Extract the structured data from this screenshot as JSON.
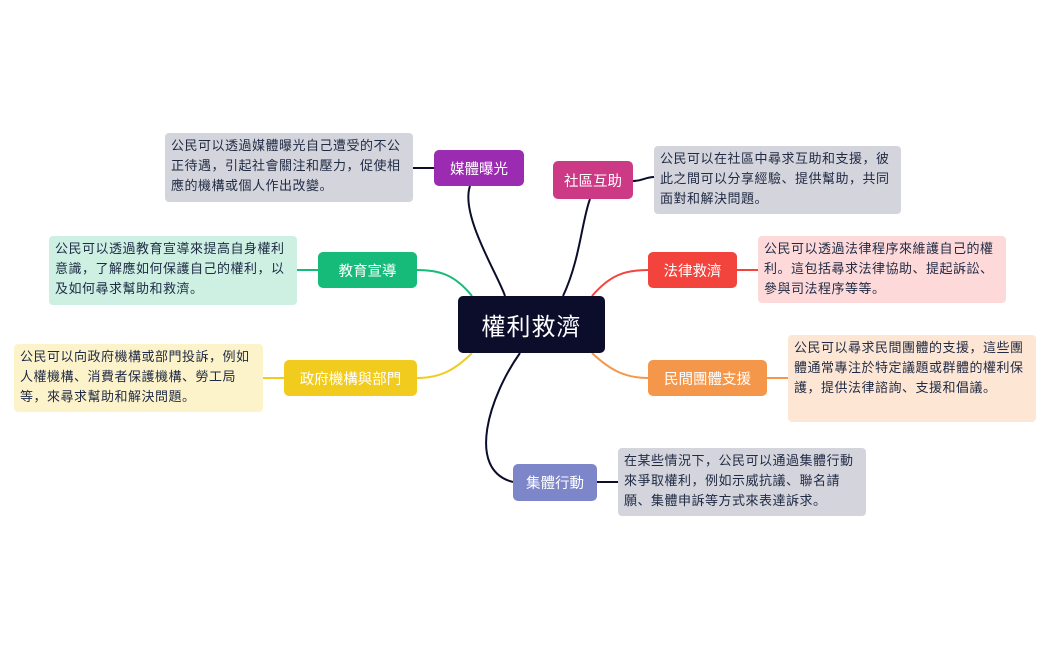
{
  "center": {
    "label": "權利救濟"
  },
  "branches": [
    {
      "key": "media",
      "label": "媒體曝光",
      "color": "#9b2bb0",
      "note_bg": "#d4d4dc",
      "note": "公民可以透過媒體曝光自己遭受的不公正待遇，引起社會關注和壓力，促使相應的機構或個人作出改變。"
    },
    {
      "key": "community",
      "label": "社區互助",
      "color": "#cc3a86",
      "note_bg": "#d4d4dc",
      "note": "公民可以在社區中尋求互助和支援，彼此之間可以分享經驗、提供幫助，共同面對和解決問題。"
    },
    {
      "key": "education",
      "label": "教育宣導",
      "color": "#16bb7a",
      "note_bg": "#cdf0e3",
      "note": "公民可以透過教育宣導來提高自身權利意識，了解應如何保護自己的權利，以及如何尋求幫助和救濟。"
    },
    {
      "key": "legal",
      "label": "法律救濟",
      "color": "#f2443c",
      "note_bg": "#fdd9d9",
      "note": "公民可以透過法律程序來維護自己的權利。這包括尋求法律協助、提起訴訟、參與司法程序等等。"
    },
    {
      "key": "government",
      "label": "政府機構與部門",
      "color": "#f1cc1e",
      "note_bg": "#fdf3cb",
      "note": "公民可以向政府機構或部門投訴，例如人權機構、消費者保護機構、勞工局等，來尋求幫助和解決問題。"
    },
    {
      "key": "civil",
      "label": "民間團體支援",
      "color": "#f5974a",
      "note_bg": "#fde6d4",
      "note": "公民可以尋求民間團體的支援，這些團體通常專注於特定議題或群體的權利保護，提供法律諮詢、支援和倡議。"
    },
    {
      "key": "collective",
      "label": "集體行動",
      "color": "#7c86c9",
      "note_bg": "#d4d4dc",
      "note": "在某些情況下，公民可以通過集體行動來爭取權利，例如示威抗議、聯名請願、集體申訴等方式來表達訴求。"
    }
  ]
}
